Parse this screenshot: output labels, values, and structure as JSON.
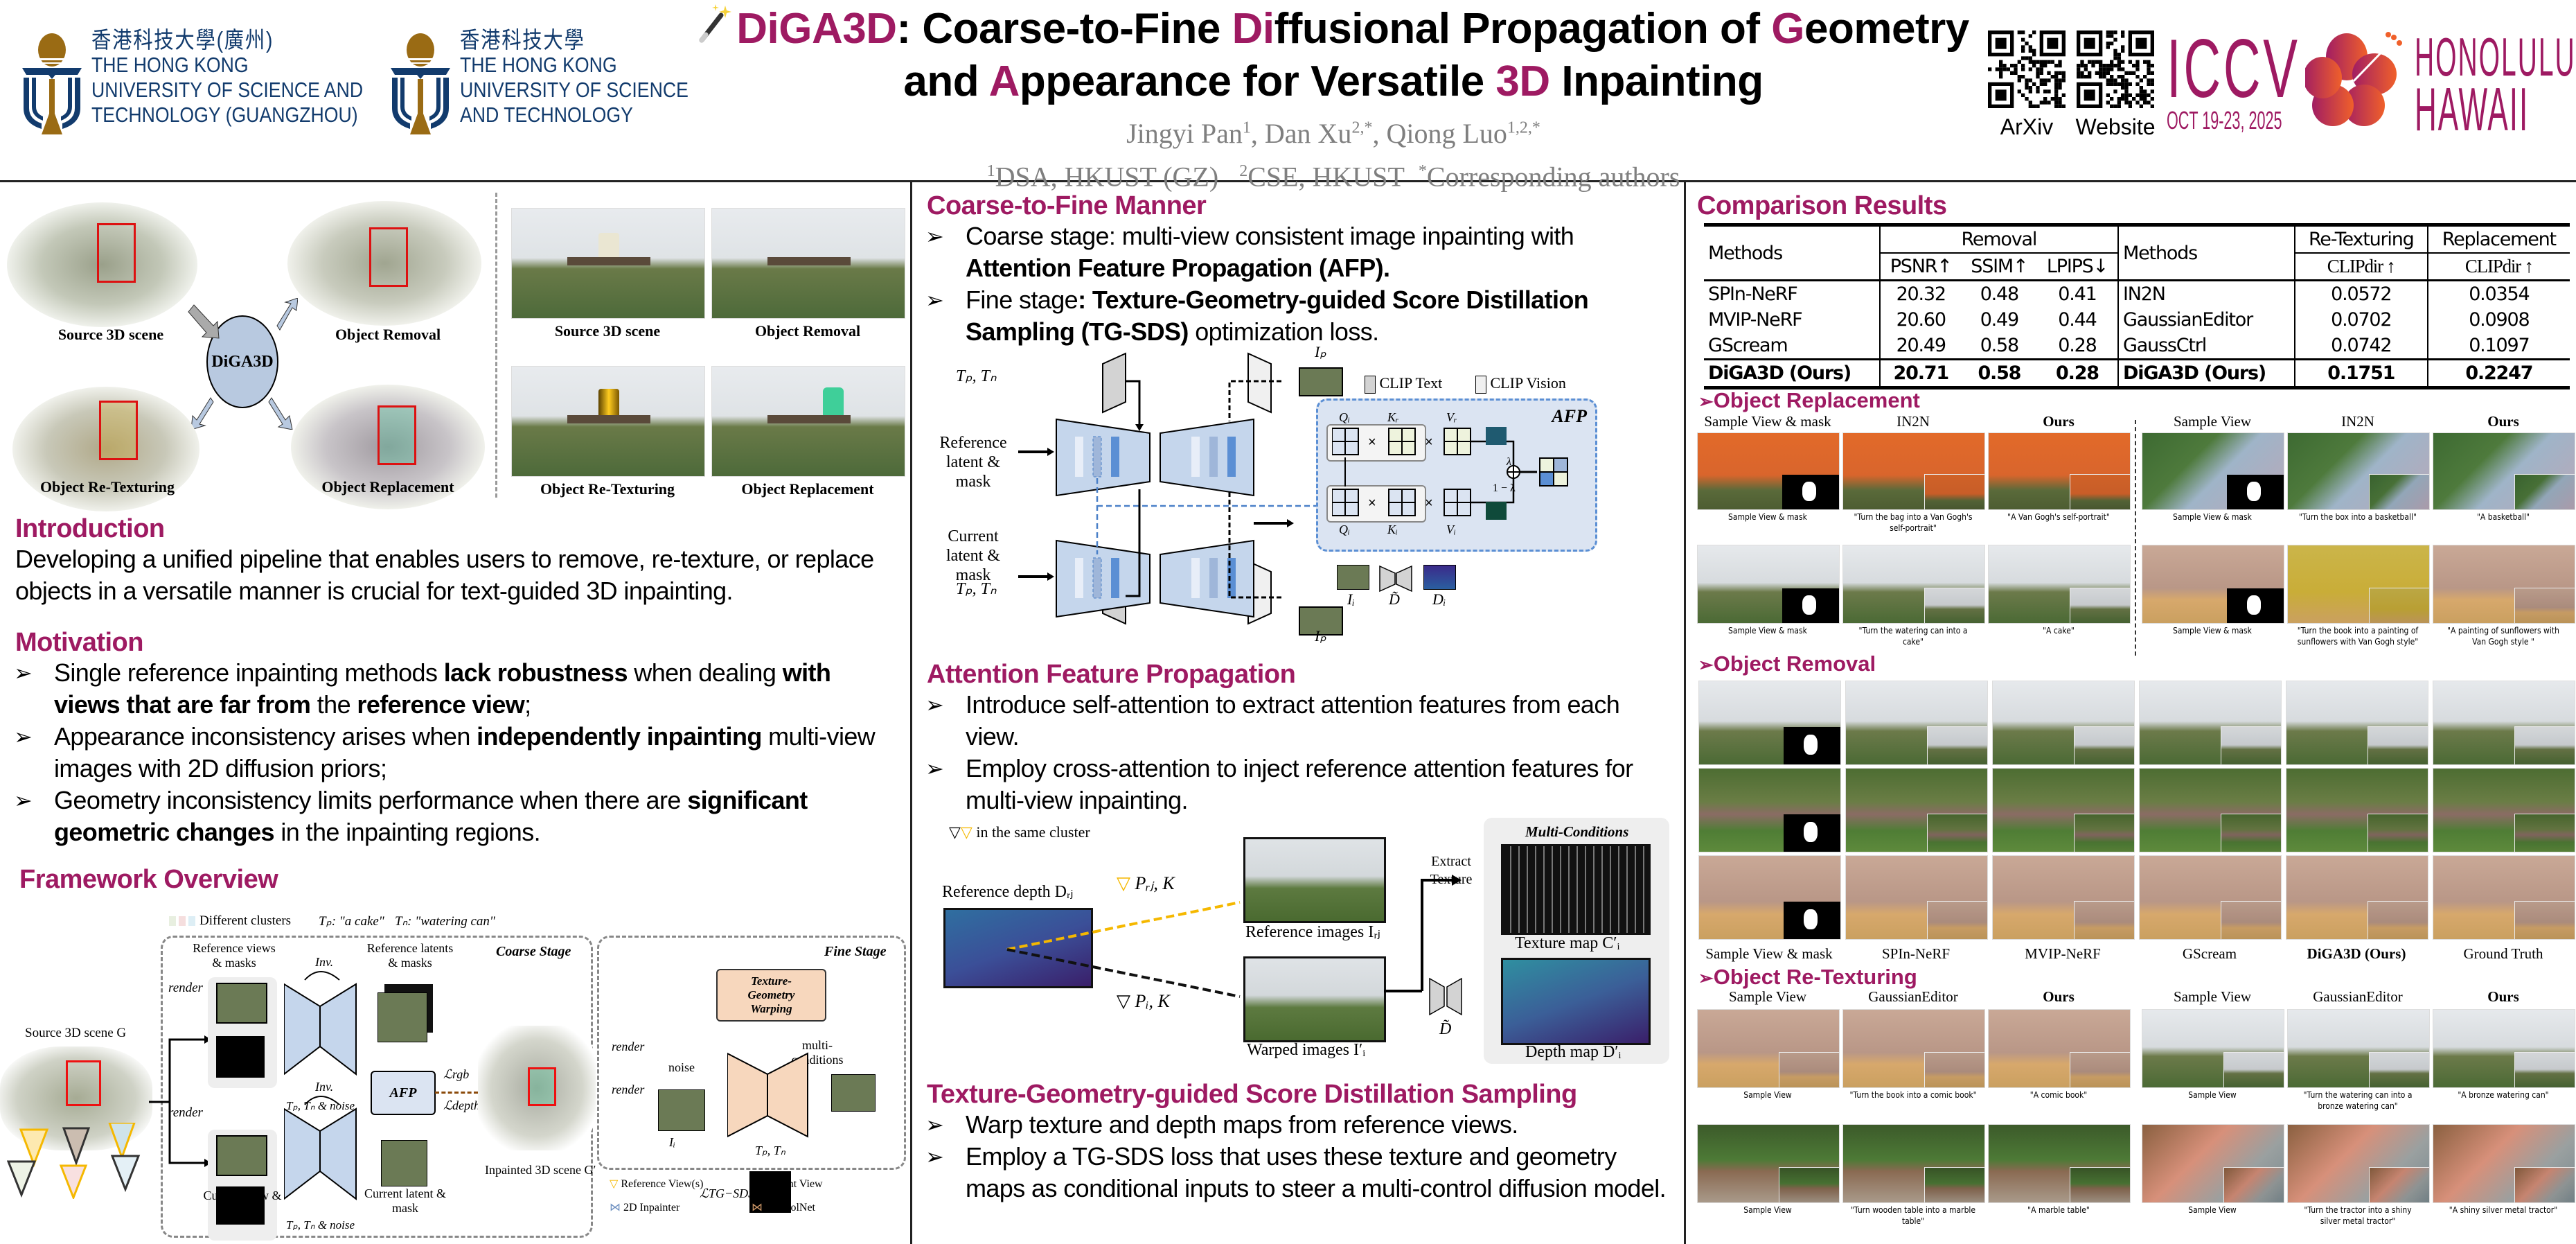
{
  "header": {
    "logos": [
      {
        "chinese": "香港科技大學(廣州)",
        "english_lines": [
          "THE HONG KONG",
          "UNIVERSITY OF SCIENCE AND",
          "TECHNOLOGY (GUANGZHOU)"
        ]
      },
      {
        "chinese": "香港科技大學",
        "english_lines": [
          "THE HONG KONG",
          "UNIVERSITY OF SCIENCE",
          "AND TECHNOLOGY"
        ]
      }
    ],
    "title": {
      "line1": [
        {
          "text": "DiGA3D",
          "accent": true
        },
        {
          "text": ": Coarse-to-Fine ",
          "accent": false
        },
        {
          "text": "Di",
          "accent": true
        },
        {
          "text": "ffusional Propagation of ",
          "accent": false
        },
        {
          "text": "G",
          "accent": true
        },
        {
          "text": "eometry",
          "accent": false
        }
      ],
      "line2": [
        {
          "text": "and ",
          "accent": false
        },
        {
          "text": "A",
          "accent": true
        },
        {
          "text": "ppearance for Versatile ",
          "accent": false
        },
        {
          "text": "3D",
          "accent": true
        },
        {
          "text": " Inpainting",
          "accent": false
        }
      ]
    },
    "authors": [
      {
        "name": "Jingyi Pan",
        "sup": "1"
      },
      {
        "name": "Dan Xu",
        "sup": "2,*"
      },
      {
        "name": "Qiong Luo",
        "sup": "1,2,*"
      }
    ],
    "affiliations": [
      {
        "sup": "1",
        "text": "DSA, HKUST (GZ)"
      },
      {
        "sup": "2",
        "text": "CSE, HKUST"
      },
      {
        "sup": "*",
        "text": "Corresponding authors"
      }
    ],
    "qr_codes": [
      {
        "label": "ArXiv"
      },
      {
        "label": "Website"
      }
    ],
    "conference": {
      "name": "ICCV",
      "dates": "OCT 19-23, 2025",
      "city": "HONOLULU",
      "state": "HAWAII"
    }
  },
  "teaser": {
    "center_label": "DiGA3D",
    "captions_3d": [
      "Source 3D scene",
      "Object Removal",
      "Object Re-Texturing",
      "Object Replacement"
    ],
    "captions_2d": [
      "Source 3D scene",
      "Object Removal",
      "Object Re-Texturing",
      "Object Replacement"
    ]
  },
  "introduction": {
    "title": "Introduction",
    "text": "Developing a unified pipeline that enables users to remove, re-texture, or replace objects in a versatile manner is crucial for text-guided 3D inpainting."
  },
  "motivation": {
    "title": "Motivation",
    "items": [
      [
        {
          "t": "Single reference inpainting methods ",
          "b": false
        },
        {
          "t": "lack robustness",
          "b": true
        },
        {
          "t": " when dealing ",
          "b": false
        },
        {
          "t": "with views that are far from",
          "b": true
        },
        {
          "t": " the ",
          "b": false
        },
        {
          "t": "reference view",
          "b": true
        },
        {
          "t": ";",
          "b": false
        }
      ],
      [
        {
          "t": "Appearance inconsistency arises when ",
          "b": false
        },
        {
          "t": "independently inpainting",
          "b": true
        },
        {
          "t": " multi-view images with 2D diffusion priors;",
          "b": false
        }
      ],
      [
        {
          "t": "Geometry inconsistency limits performance when there are ",
          "b": false
        },
        {
          "t": "significant geometric changes",
          "b": true
        },
        {
          "t": " in the inpainting regions.",
          "b": false
        }
      ]
    ]
  },
  "framework": {
    "title": "Framework Overview",
    "legend_top": {
      "clusters": "Different clusters",
      "tp": "Tₚ: \"a cake\"",
      "tn": "Tₙ: \"watering can\""
    },
    "coarse_stage": "Coarse Stage",
    "fine_stage": "Fine Stage",
    "source_label": "Source 3D scene G",
    "render": "render",
    "ref_views": "Reference views & masks",
    "ref_latents": "Reference latents & masks",
    "inv": "Inv.",
    "tp_tn_noise": "Tₚ, Tₙ & noise",
    "afp": "AFP",
    "l_rgb": "ℒrgb",
    "l_depth": "ℒdepth",
    "cur_view": "Current view & mask",
    "cur_latent": "Current latent & mask",
    "inpainted": "Inpainted 3D scene G′",
    "tg_warp": "Texture-Geometry Warping",
    "multi_cond": "multi-conditions",
    "noise": "noise",
    "ii": "Iᵢ",
    "tp_tn": "Tₚ, Tₙ",
    "l_tgsds": "ℒTG−SDS",
    "legend": [
      "Reference View(s)",
      "Current View",
      "2D Inpainter",
      "ControlNet"
    ]
  },
  "coarse_to_fine": {
    "title": "Coarse-to-Fine Manner",
    "items": [
      [
        {
          "t": "Coarse stage: multi-view consistent image inpainting with ",
          "b": false
        },
        {
          "t": "Attention Feature Propagation (AFP).",
          "b": true
        }
      ],
      [
        {
          "t": "Fine stage",
          "b": false
        },
        {
          "t": ": Texture-Geometry-guided Score Distillation Sampling (TG-SDS)",
          "b": true
        },
        {
          "t": " optimization loss.",
          "b": false
        }
      ]
    ],
    "diagram": {
      "tp_tn": "Tₚ, Tₙ",
      "ip": "Iₚ",
      "clip_text": "CLIP Text",
      "clip_vision": "CLIP Vision",
      "ref_latent": "Reference latent & mask",
      "cur_latent": "Current latent & mask",
      "afp": "AFP",
      "qi": "Qᵢ",
      "kr": "Kᵣ",
      "vr": "Vᵣ",
      "ki": "Kᵢ",
      "vi": "Vᵢ",
      "lambda": "λ",
      "one_minus_lambda": "1 − λ",
      "ii": "Iᵢ",
      "d_tilde": "D̃",
      "di": "Dᵢ"
    }
  },
  "afp_section": {
    "title": "Attention Feature Propagation",
    "items": [
      "Introduce self-attention to extract attention features from each view.",
      "Employ cross-attention to inject reference attention features for multi-view inpainting."
    ],
    "diagram": {
      "same_cluster": "in the same cluster",
      "ref_depth": "Reference depth Dᵣⱼ",
      "prj_k": "Pᵣⱼ, K",
      "pi_k": "Pᵢ, K",
      "ref_images": "Reference images Iᵣⱼ",
      "warped_images": "Warped images I′ᵢ",
      "extract_texture": "Extract Texture",
      "multi_conditions": "Multi-Conditions",
      "texture_map": "Texture map C′ᵢ",
      "depth_map": "Depth map D′ᵢ",
      "d_tilde": "D̃"
    }
  },
  "tgsds_section": {
    "title": "Texture-Geometry-guided Score Distillation Sampling",
    "items": [
      "Warp texture and depth maps from reference views.",
      "Employ a TG-SDS loss that uses these texture and geometry maps as conditional inputs to steer a multi-control diffusion model."
    ]
  },
  "comparison": {
    "title": "Comparison Results",
    "table": {
      "headers": {
        "methods": "Methods",
        "removal": "Removal",
        "psnr": "PSNR↑",
        "ssim": "SSIM↑",
        "lpips": "LPIPS↓",
        "methods2": "Methods",
        "retexturing": "Re-Texturing",
        "replacement": "Replacement",
        "clip1": "CLIPdir ↑",
        "clip2": "CLIPdir ↑"
      },
      "rows": [
        {
          "m1": "SPIn-NeRF",
          "psnr": "20.32",
          "ssim": "0.48",
          "lpips": "0.41",
          "m2": "IN2N",
          "retex": "0.0572",
          "repl": "0.0354"
        },
        {
          "m1": "MVIP-NeRF",
          "psnr": "20.60",
          "ssim": "0.49",
          "lpips": "0.44",
          "m2": "GaussianEditor",
          "retex": "0.0702",
          "repl": "0.0908"
        },
        {
          "m1": "GScream",
          "psnr": "20.49",
          "ssim": "0.58",
          "lpips": "0.28",
          "m2": "GaussCtrl",
          "retex": "0.0742",
          "repl": "0.1097"
        },
        {
          "m1": "DiGA3D (Ours)",
          "psnr": "20.71",
          "ssim": "0.58",
          "lpips": "0.28",
          "m2": "DiGA3D (Ours)",
          "retex": "0.1751",
          "repl": "0.2247"
        }
      ]
    },
    "replacement": {
      "title": "Object Replacement",
      "col_heads_left": [
        "Sample View & mask",
        "IN2N",
        "Ours"
      ],
      "col_heads_right": [
        "Sample View",
        "IN2N",
        "Ours"
      ],
      "row1": [
        "Sample View & mask",
        "\"Turn the bag into a Van Gogh's self-portrait\"",
        "\"A Van Gogh's self-portrait\"",
        "Sample View & mask",
        "\"Turn the box into a basketball\"",
        "\"A basketball\""
      ],
      "row2": [
        "Sample View & mask",
        "\"Turn the watering can into a cake\"",
        "\"A cake\"",
        "Sample View & mask",
        "\"Turn the book into a painting of sunflowers with Van Gogh style\"",
        "\"A painting of sunflowers with Van Gogh style \""
      ]
    },
    "removal": {
      "title": "Object Removal",
      "captions": [
        "Sample View & mask",
        "SPIn-NeRF",
        "MVIP-NeRF",
        "GScream",
        "DiGA3D (Ours)",
        "Ground Truth"
      ]
    },
    "retexturing": {
      "title": "Object Re-Texturing",
      "col_heads_left": [
        "Sample View",
        "GaussianEditor",
        "Ours"
      ],
      "col_heads_right": [
        "Sample View",
        "GaussianEditor",
        "Ours"
      ],
      "row1": [
        "Sample View",
        "\"Turn the book into a comic book\"",
        "\"A comic book\"",
        "Sample View",
        "\"Turn the watering can into a bronze watering can\"",
        "\"A bronze watering can\""
      ],
      "row2": [
        "Sample View",
        "\"Turn wooden table into a marble table\"",
        "\"A marble table\"",
        "Sample View",
        "\"Turn the tractor into a shiny silver metal tractor\"",
        "\"A shiny silver metal tractor\""
      ]
    }
  },
  "colors": {
    "accent": "#9e1a62",
    "hkust_blue": "#123b6d",
    "hkust_gold": "#9a6b14",
    "gray_text": "#7f7f7f",
    "afp_fill": "#dbe4f2",
    "controlnet_fill": "#f7d7bd"
  }
}
